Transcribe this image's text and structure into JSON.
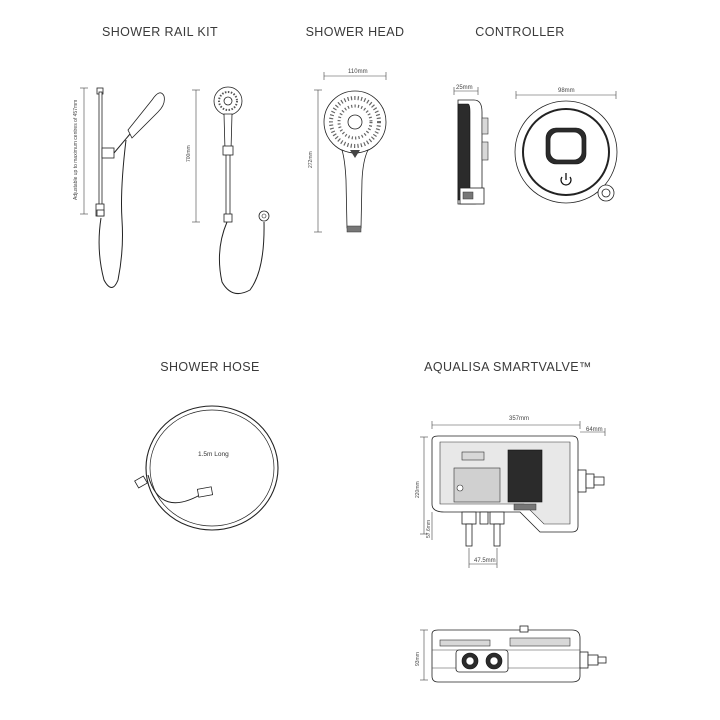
{
  "sections": {
    "rail_kit": {
      "title": "SHOWER RAIL KIT",
      "adjust_label": "Adjustable up to maximum centres of 457mm",
      "height_label": "700mm"
    },
    "shower_head": {
      "title": "SHOWER HEAD",
      "width_label": "110mm",
      "height_label": "272mm"
    },
    "controller": {
      "title": "CONTROLLER",
      "depth_label": "25mm",
      "diameter_label": "98mm"
    },
    "shower_hose": {
      "title": "SHOWER HOSE",
      "length_label": "1.5m Long"
    },
    "smartvalve": {
      "title": "AQUALISA SMARTVALVE™",
      "width_label": "357mm",
      "fitting_label": "64mm",
      "height_label": "220mm",
      "inlet_height_label": "57.6mm",
      "inlet_spacing_label": "47.5mm",
      "depth_label": "93mm"
    }
  },
  "colors": {
    "line": "#222222",
    "dark_fill": "#2b2b2b",
    "light_fill": "#d8d8d8"
  },
  "icons": [
    "power-icon"
  ]
}
